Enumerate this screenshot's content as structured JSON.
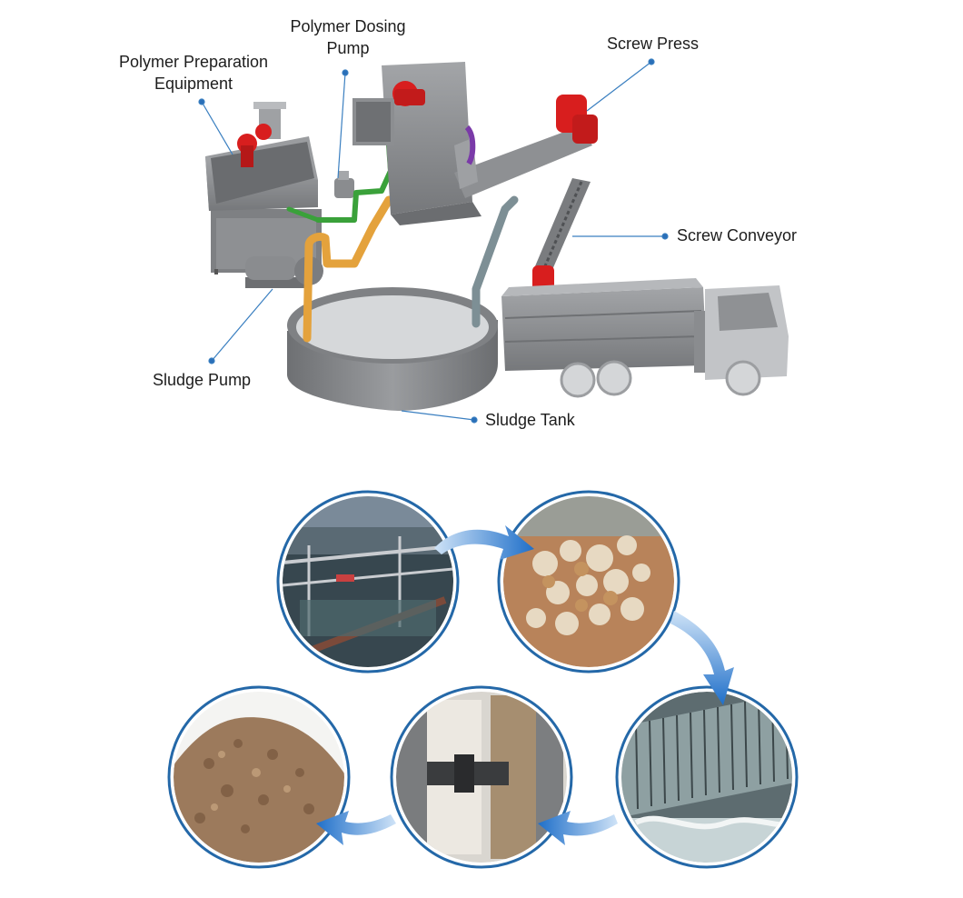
{
  "labels": {
    "polymer_preparation_line1": "Polymer Preparation",
    "polymer_preparation_line2": "Equipment",
    "polymer_dosing_line1": "Polymer Dosing",
    "polymer_dosing_line2": "Pump",
    "screw_press": "Screw Press",
    "screw_conveyor": "Screw Conveyor",
    "sludge_pump": "Sludge Pump",
    "sludge_tank": "Sludge Tank"
  },
  "colors": {
    "equipment_gray": "#8e9093",
    "motor_red": "#d81e1e",
    "sludge_pipe_orange": "#e4a23c",
    "polymer_pipe_green": "#3aa13a",
    "leader_line": "#3a7fc0",
    "circle_ring": "#2468a8",
    "flow_arrow_blue": "#2f7fd3"
  },
  "icons": {
    "flow_arrow": "curved-arrow-icon",
    "callout_dot": "leader-dot-icon"
  }
}
